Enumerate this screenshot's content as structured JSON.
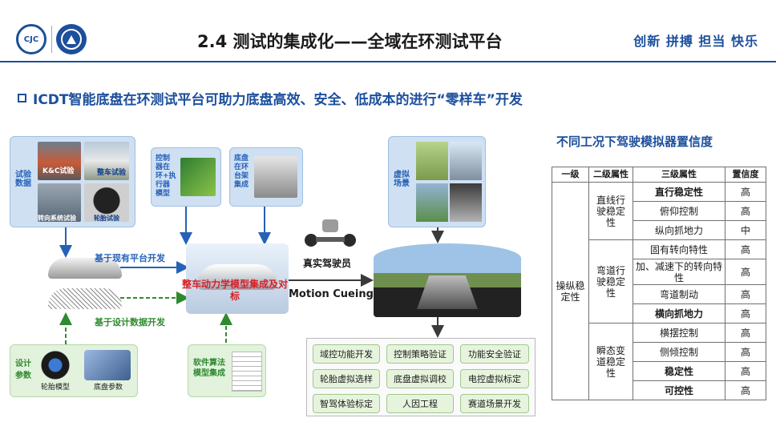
{
  "header": {
    "title": "2.4 测试的集成化——全域在环测试平台",
    "motto": "创新 拼搏 担当 快乐",
    "logo_left_text": "CJC"
  },
  "subtitle": "ICDT智能底盘在环测试平台可助力底盘高效、安全、低成本的进行“零样车”开发",
  "left": {
    "test_data_label": "试验数据",
    "photos": [
      "K&C试验",
      "整车试验",
      "转向系统试验",
      "轮胎试验"
    ],
    "controller_label": "控制器在环+执行器模型",
    "chassis_label": "底盘在环台架集成",
    "existing_platform": "基于现有平台开发",
    "design_data": "基于设计数据开发",
    "center_label": "整车动力学模型集成及对标",
    "design_params_label": "设计参数",
    "tire_model": "轮胎模型",
    "chassis_params": "底盘参数",
    "software_label": "软件算法模型集成"
  },
  "mid": {
    "virtual_scene": "虚拟场景",
    "real_driver": "真实驾驶员",
    "motion_cueing": "Motion Cueing"
  },
  "outcomes": [
    "域控功能开发",
    "控制策略验证",
    "功能安全验证",
    "轮胎虚拟选样",
    "底盘虚拟调校",
    "电控虚拟标定",
    "智驾体验标定",
    "人因工程",
    "赛道场景开发"
  ],
  "table": {
    "title": "不同工况下驾驶模拟器置信度",
    "headers": [
      "一级",
      "二级属性",
      "三级属性",
      "置信度"
    ],
    "level1": "操纵稳定性",
    "groups": [
      {
        "name": "直线行驶稳定性",
        "rows": [
          {
            "attr": "直行稳定性",
            "conf": "高",
            "bold": true
          },
          {
            "attr": "俯仰控制",
            "conf": "高",
            "bold": false
          },
          {
            "attr": "纵向抓地力",
            "conf": "中",
            "bold": false
          }
        ]
      },
      {
        "name": "弯道行驶稳定性",
        "rows": [
          {
            "attr": "固有转向特性",
            "conf": "高",
            "bold": false
          },
          {
            "attr": "加、减速下的转向特性",
            "conf": "高",
            "bold": false
          },
          {
            "attr": "弯道制动",
            "conf": "高",
            "bold": false
          },
          {
            "attr": "横向抓地力",
            "conf": "高",
            "bold": true
          }
        ]
      },
      {
        "name": "瞬态变道稳定性",
        "rows": [
          {
            "attr": "横摆控制",
            "conf": "高",
            "bold": false
          },
          {
            "attr": "侧倾控制",
            "conf": "高",
            "bold": false
          },
          {
            "attr": "稳定性",
            "conf": "高",
            "bold": true
          },
          {
            "attr": "可控性",
            "conf": "高",
            "bold": true
          }
        ]
      }
    ]
  }
}
